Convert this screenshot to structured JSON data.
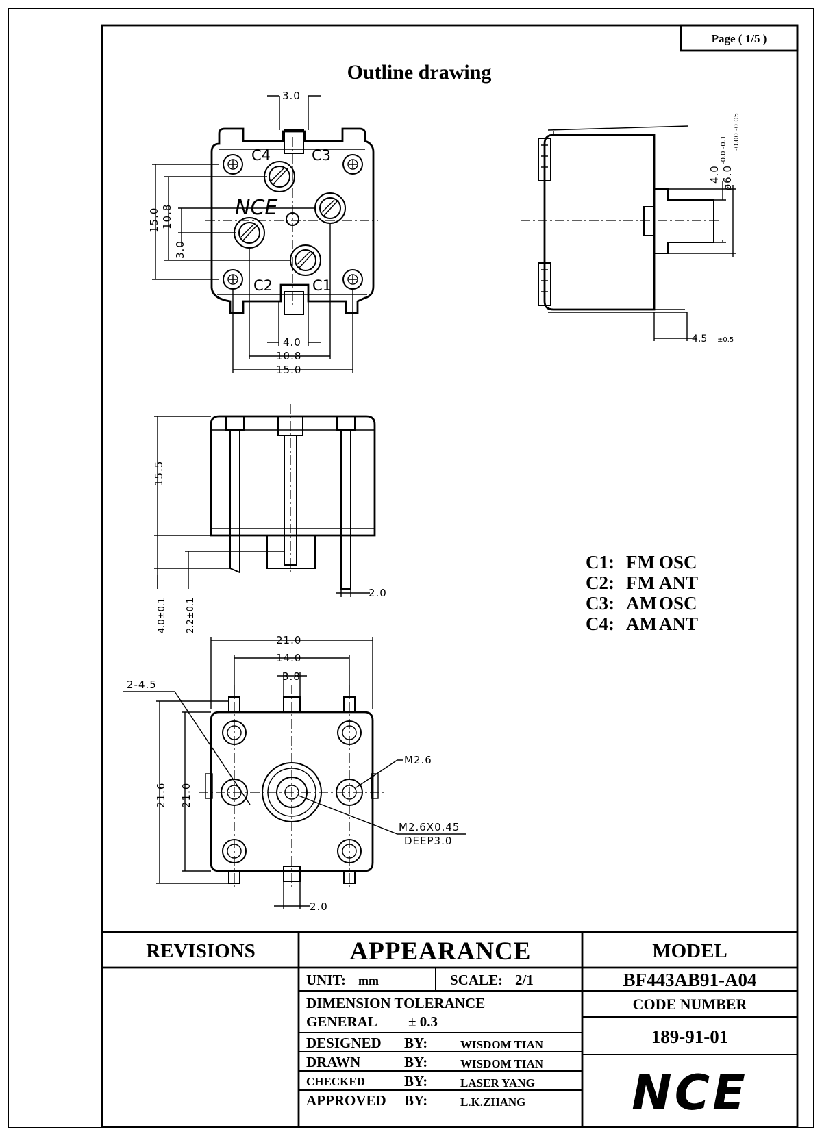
{
  "page": {
    "label": "Page ( 1/5 )"
  },
  "title": "Outline drawing",
  "top_view": {
    "capacitor_labels": [
      "C4",
      "C3",
      "C2",
      "C1"
    ],
    "logo": "NCE",
    "dims": {
      "top_width": "3.0",
      "left_total": "15.0",
      "left_inner": "10.8",
      "left_small": "3.0",
      "bottom_small": "4.0",
      "bottom_mid": "10.8",
      "bottom_total": "15.0"
    }
  },
  "side_view": {
    "dims": {
      "pin_width": "4.0",
      "shaft_dia": "ø6.0",
      "shaft_tol_a": "-0.0 -0.1",
      "shaft_tol_b": "-0.00 -0.05",
      "pin_offset": "4.5",
      "pin_offset_tol": "±0.5"
    }
  },
  "front_view": {
    "dims": {
      "height": "15.5",
      "pin_len_a": "4.0±0.1",
      "pin_len_b": "2.2±0.1",
      "pin_w": "2.0"
    }
  },
  "legend": [
    {
      "id": "C1:",
      "band": "FM",
      "func": "OSC"
    },
    {
      "id": "C2:",
      "band": "FM",
      "func": "ANT"
    },
    {
      "id": "C3:",
      "band": "AM",
      "func": "OSC"
    },
    {
      "id": "C4:",
      "band": "AM",
      "func": "ANT"
    }
  ],
  "bottom_view": {
    "dims": {
      "width": "21.0",
      "inner": "14.0",
      "center": "3.8",
      "holes": "2-4.5",
      "screw": "M2.6",
      "tap_a": "M2.6X0.45",
      "tap_b": "DEEP3.0",
      "height_a": "21.6",
      "height_b": "21.0",
      "pin_w": "2.0"
    }
  },
  "title_block": {
    "revisions": "REVISIONS",
    "appearance": "APPEARANCE",
    "model_header": "MODEL",
    "model_value": "BF443AB91-A04",
    "code_header": "CODE NUMBER",
    "code_value": "189-91-01",
    "unit_label": "UNIT:",
    "unit_value": "mm",
    "scale_label": "SCALE:",
    "scale_value": "2/1",
    "tolerance_label": "DIMENSION TOLERANCE",
    "general_label": "GENERAL",
    "general_value": "± 0.3",
    "by": "BY:",
    "designed_label": "DESIGNED",
    "designed_value": "WISDOM TIAN",
    "drawn_label": "DRAWN",
    "drawn_value": "WISDOM TIAN",
    "checked_label": "CHECKED",
    "checked_value": "LASER YANG",
    "approved_label": "APPROVED",
    "approved_value": "L.K.ZHANG",
    "logo": "NCE"
  }
}
